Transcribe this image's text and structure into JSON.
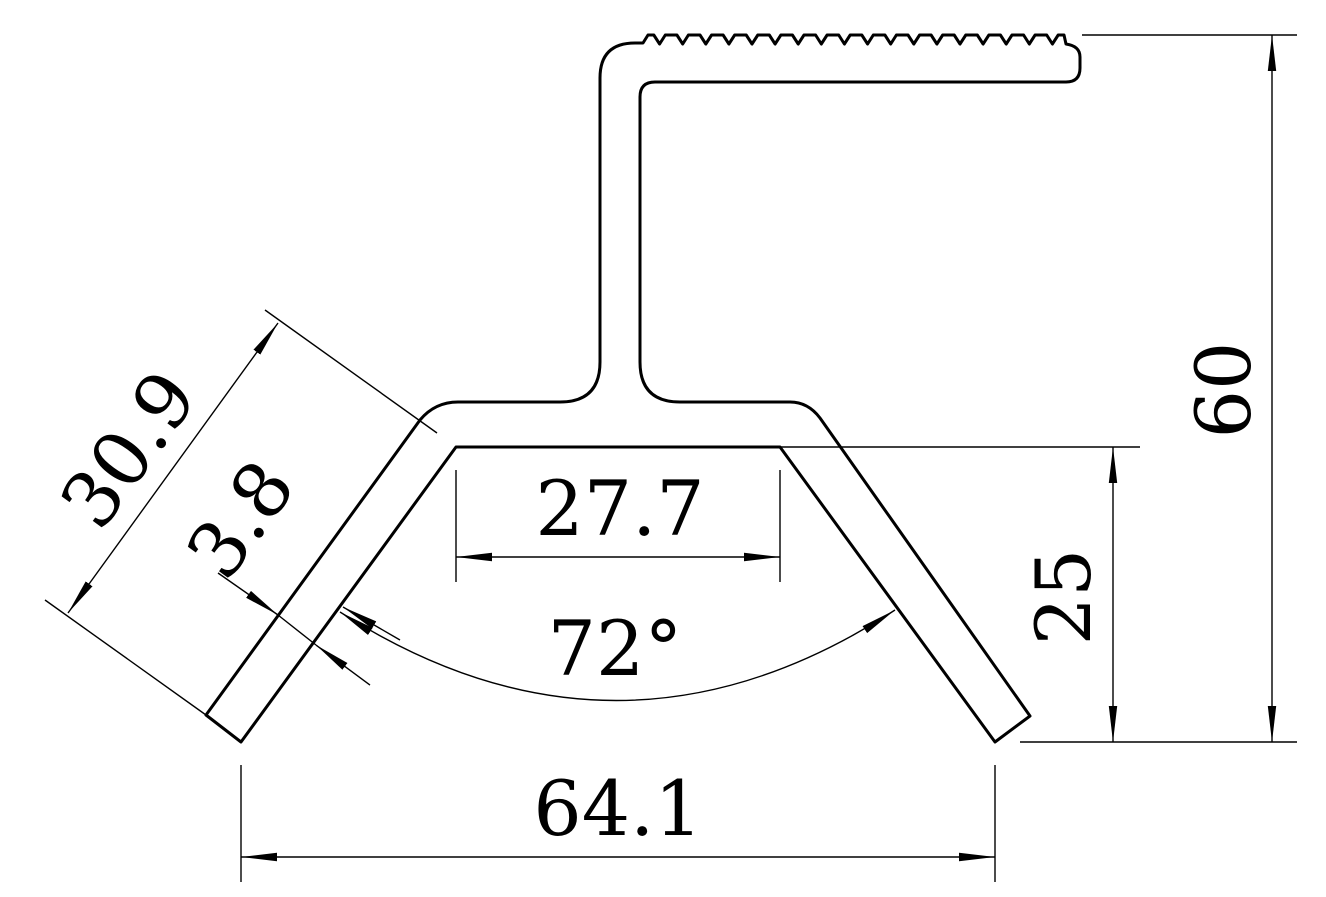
{
  "drawing": {
    "dimensions": {
      "overall_width": "64.1",
      "overall_height": "60",
      "leg_height": "25",
      "inner_top_width": "27.7",
      "leg_angle": "72°",
      "leg_length": "30.9",
      "wall_thickness": "3.8"
    },
    "colors": {
      "line": "#000000",
      "background": "#ffffff"
    }
  }
}
